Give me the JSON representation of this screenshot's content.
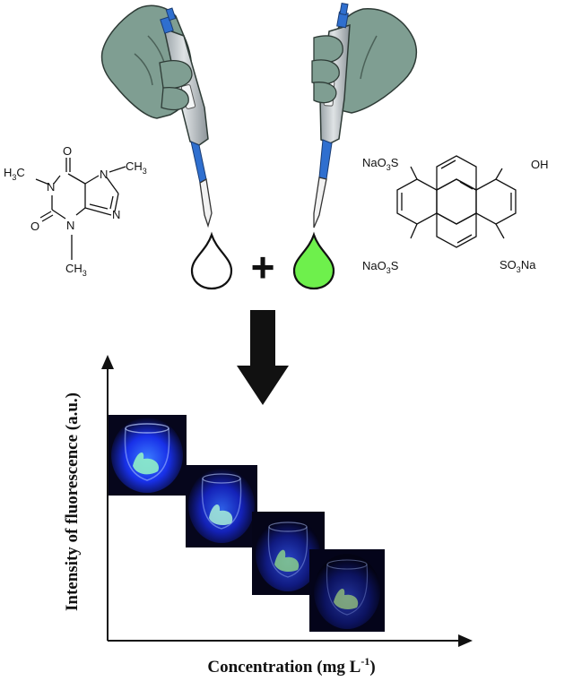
{
  "caffeine": {
    "labels": {
      "h3c_left": "H",
      "h3c_left_sub": "3",
      "h3c_left_tail": "C",
      "n1": "N",
      "o_top": "O",
      "n7": "N",
      "ch3_right": "CH",
      "ch3_right_sub": "3",
      "n9": "N",
      "o_left": "O",
      "n3": "N",
      "ch3_bottom": "CH",
      "ch3_bottom_sub": "3"
    }
  },
  "pyranine": {
    "labels": {
      "naso3s_top": "NaO",
      "naso3s_top_sub": "3",
      "naso3s_top_tail": "S",
      "oh": "OH",
      "naso3s_bottom": "NaO",
      "naso3s_bottom_sub": "3",
      "naso3s_bottom_tail": "S",
      "so3na": "SO",
      "so3na_sub": "3",
      "so3na_tail": "Na"
    }
  },
  "plus_sign": "+",
  "chart": {
    "y_axis_title": "Intensity of fluorescence (a.u.)",
    "x_axis_title": "Concentration (mg  L",
    "x_axis_title_sup": "-1",
    "x_axis_title_close": ")"
  },
  "colors": {
    "glove": "#7f9e92",
    "glove_shadow": "#5d7a70",
    "pipette_body": "#c7cdd0",
    "pipette_blue": "#2f6fcf",
    "drop_green": "#6ef04c",
    "photo_bg": "#07071e",
    "photo_glow": "#1a3cff"
  }
}
